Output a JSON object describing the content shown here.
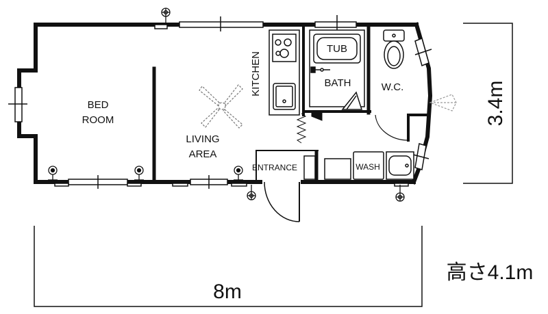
{
  "rooms": {
    "bedroom_line1": "BED",
    "bedroom_line2": "ROOM",
    "living_line1": "LIVING",
    "living_line2": "AREA",
    "kitchen": "KITCHEN",
    "tub": "TUB",
    "bath": "BATH",
    "wc": "W.C.",
    "entrance": "ENTRANCE",
    "wash": "WASH"
  },
  "dimensions": {
    "width": "8m",
    "depth": "3.4m",
    "height": "高さ4.1m"
  },
  "colors": {
    "wall": "#111111",
    "fixture": "#222222",
    "light": "#999999"
  }
}
